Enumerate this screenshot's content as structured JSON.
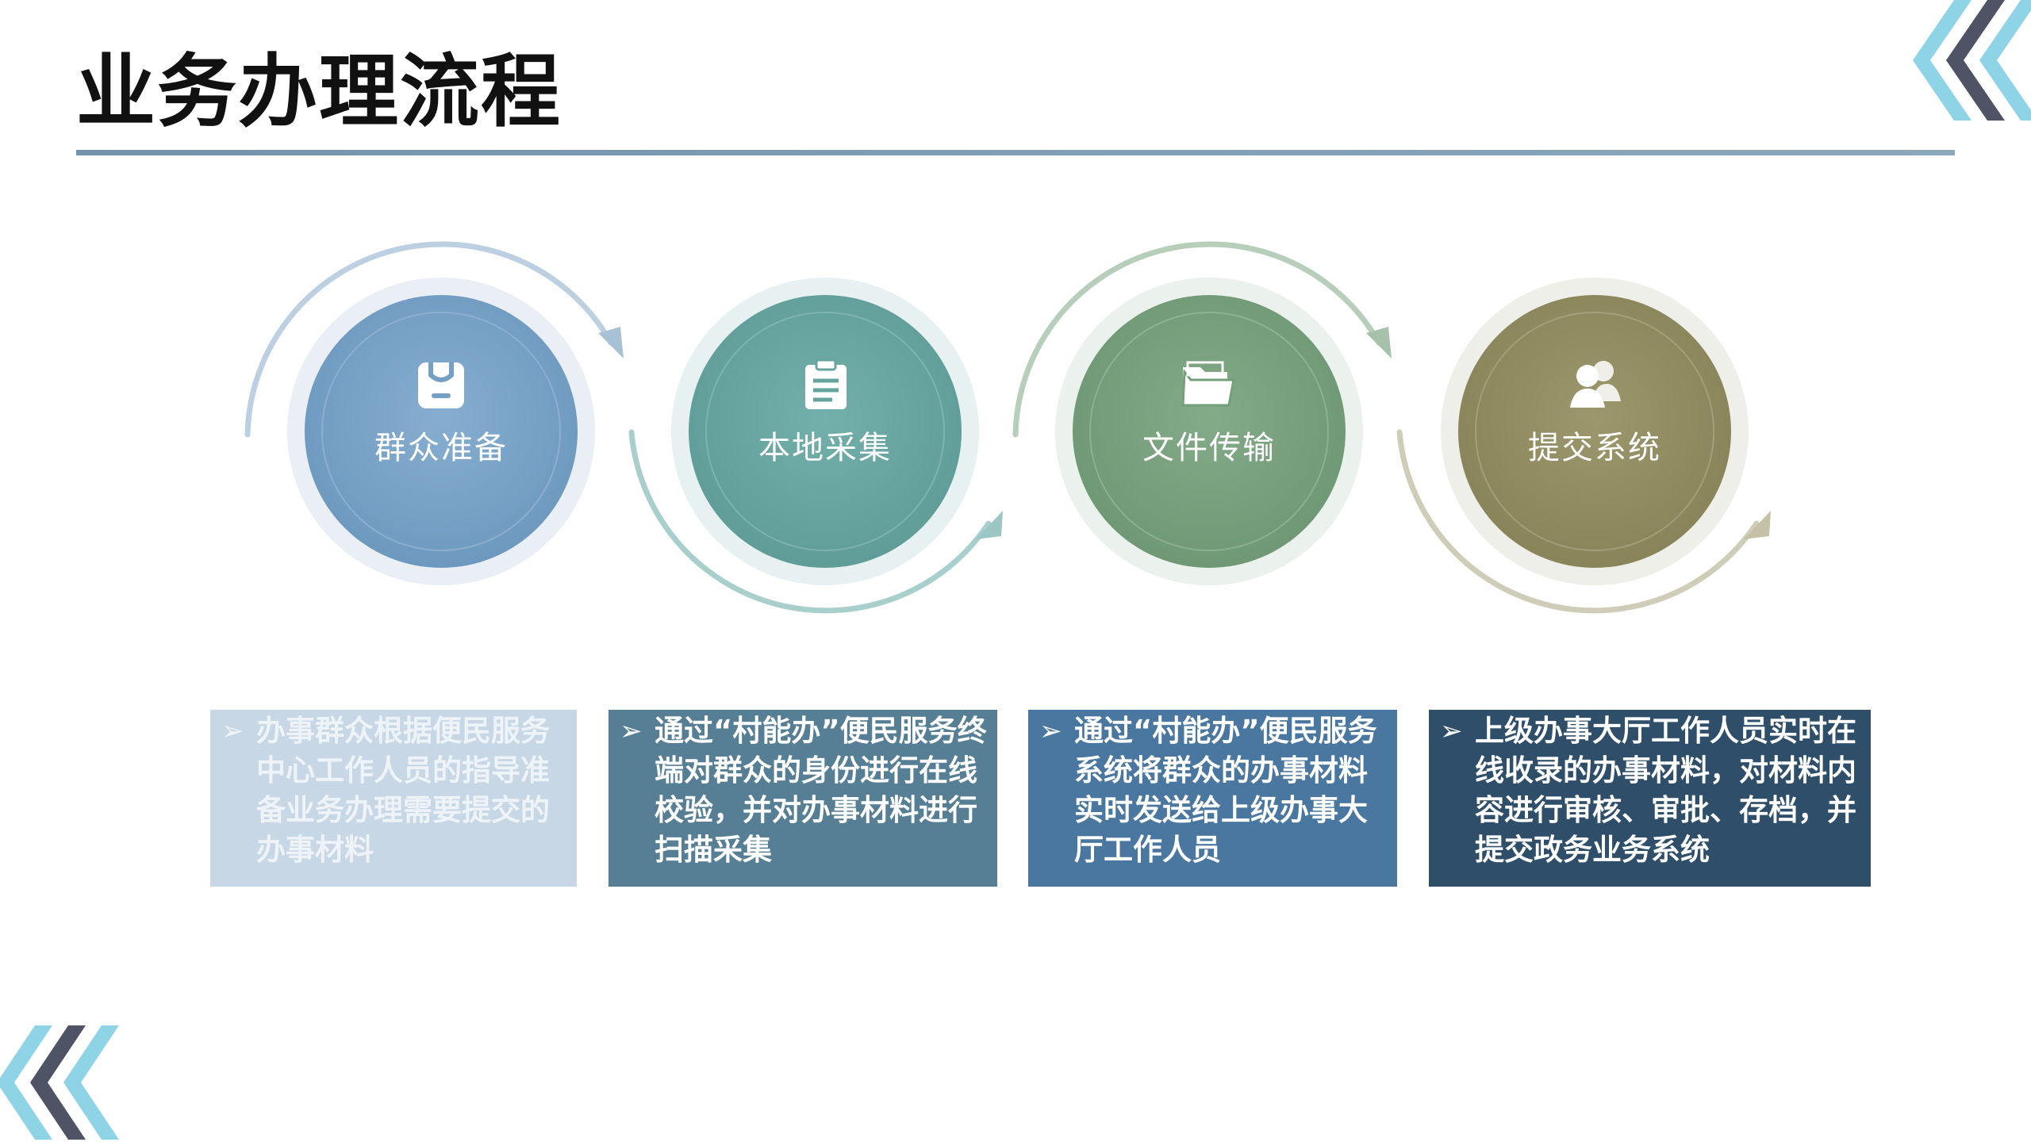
{
  "title": "业务办理流程",
  "steps": [
    {
      "label": "群众准备",
      "icon": "tag-icon",
      "color": "#75a0c4"
    },
    {
      "label": "本地采集",
      "icon": "clipboard-icon",
      "color": "#66a49f"
    },
    {
      "label": "文件传输",
      "icon": "folder-icon",
      "color": "#759e7b"
    },
    {
      "label": "提交系统",
      "icon": "users-icon",
      "color": "#8f8b61"
    }
  ],
  "descriptions": [
    {
      "bullet": "➢",
      "text": "办事群众根据便民服务中心工作人员的指导准备业务办理需要提交的办事材料"
    },
    {
      "bullet": "➢",
      "text": "通过“村能办”便民服务终端对群众的身份进行在线校验，并对办事材料进行扫描采集"
    },
    {
      "bullet": "➢",
      "text": "通过“村能办”便民服务系统将群众的办事材料实时发送给上级办事大厅工作人员"
    },
    {
      "bullet": "➢",
      "text": "上级办事大厅工作人员实时在线收录的办事材料，对材料内容进行审核、审批、存档，并提交政务业务系统"
    }
  ],
  "colors": {
    "accent_dark": "#4f5366",
    "accent_light": "#8fd3e6",
    "rule": "#7393ad"
  }
}
